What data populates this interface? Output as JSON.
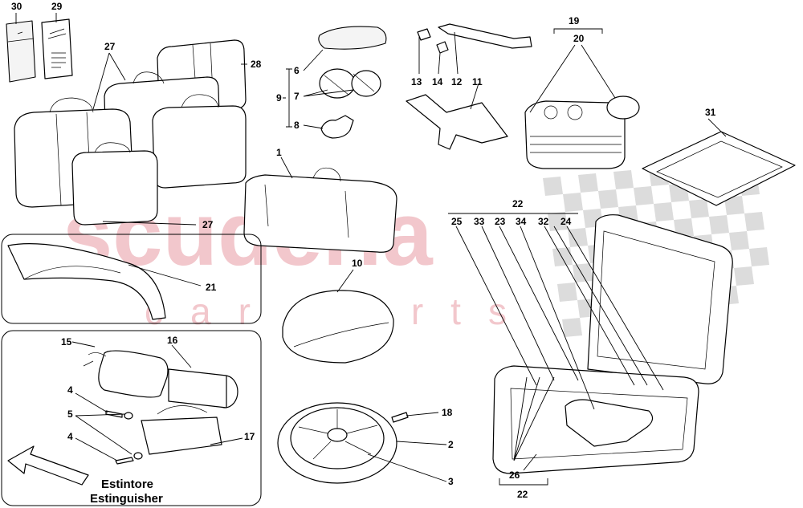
{
  "colors": {
    "watermark": "#f2c7cc",
    "checker": "#dcdcdc",
    "ink": "#000000",
    "background": "#ffffff"
  },
  "watermark": {
    "line1": "scuderia",
    "line2": "car parts"
  },
  "caption": {
    "line1": "Estintore",
    "line2": "Estinguisher"
  },
  "icons": {
    "direction": "arrow-icon",
    "emblem": "prancing-horse-icon"
  },
  "labels": {
    "n30": "30",
    "n29": "29",
    "n27a": "27",
    "n28": "28",
    "n27b": "27",
    "n6": "6",
    "n9": "9",
    "n7": "7",
    "n8": "8",
    "n1": "1",
    "n13": "13",
    "n14": "14",
    "n12": "12",
    "n11": "11",
    "n19": "19",
    "n20": "20",
    "n31": "31",
    "n21": "21",
    "n10": "10",
    "n22a": "22",
    "n25": "25",
    "n33": "33",
    "n23": "23",
    "n34": "34",
    "n32": "32",
    "n24": "24",
    "n15": "15",
    "n16": "16",
    "n4a": "4",
    "n5": "5",
    "n4b": "4",
    "n17": "17",
    "n18": "18",
    "n2": "2",
    "n3": "3",
    "n26": "26",
    "n22b": "22"
  }
}
